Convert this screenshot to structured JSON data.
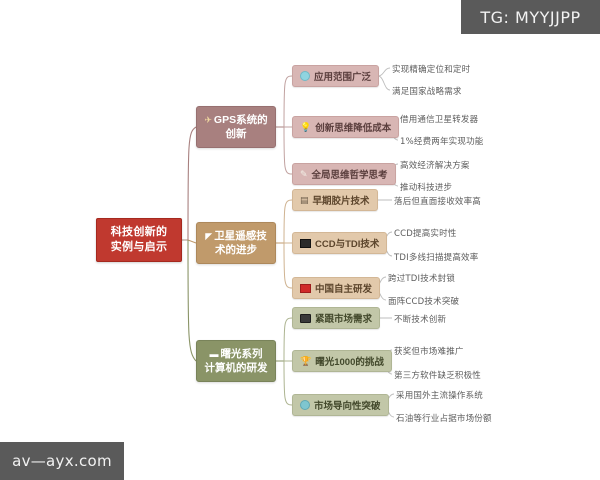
{
  "watermarks": {
    "top_right": "TG: MYYJJPP",
    "bottom_left": "av—ayx.com"
  },
  "colors": {
    "root": "#c0392f",
    "branch_gps": "#a8807f",
    "branch_satellite": "#c09a6b",
    "branch_shuguang": "#8a9467",
    "sub_gps": "#d8b6b4",
    "sub_satellite": "#e2c9ab",
    "sub_shuguang": "#c2c7a8",
    "leaf_text": "#5d5d5d",
    "watermark_bg": "#5a5a5a"
  },
  "mindmap": {
    "root": {
      "line1": "科技创新的",
      "line2": "实例与启示"
    },
    "branches": [
      {
        "id": "gps",
        "icon": "rocket-icon",
        "line1": "GPS系统的",
        "line2": "创新",
        "children": [
          {
            "icon": "globe-icon",
            "label": "应用范围广泛",
            "leaves": [
              "实现精确定位和定时",
              "满足国家战略需求"
            ]
          },
          {
            "icon": "bulb-icon",
            "label": "创新思维降低成本",
            "leaves": [
              "借用通信卫星转发器",
              "1%经费两年实现功能"
            ]
          },
          {
            "icon": "brush-icon",
            "label": "全局思维哲学思考",
            "leaves": [
              "高效经济解决方案",
              "推动科技进步"
            ]
          }
        ]
      },
      {
        "id": "satellite",
        "icon": "satellite-icon",
        "line1": "卫星遥感技",
        "line2": "术的进步",
        "children": [
          {
            "icon": "film-icon",
            "label": "早期胶片技术",
            "leaves": [
              "落后但直面接收效率高"
            ]
          },
          {
            "icon": "chip-icon",
            "label": "CCD与TDI技术",
            "leaves": [
              "CCD提高实时性",
              "TDI多线扫描提高效率"
            ]
          },
          {
            "icon": "flag-icon",
            "label": "中国自主研发",
            "leaves": [
              "跨过TDI技术封锁",
              "面阵CCD技术突破"
            ]
          }
        ]
      },
      {
        "id": "shuguang",
        "icon": "laptop-icon",
        "line1": "曙光系列",
        "line2": "计算机的研发",
        "children": [
          {
            "icon": "monitor-icon",
            "label": "紧跟市场需求",
            "leaves": [
              "不断技术创新"
            ]
          },
          {
            "icon": "trophy-icon",
            "label": "曙光1000的挑战",
            "leaves": [
              "获奖但市场难推广",
              "第三方软件缺乏积极性"
            ]
          },
          {
            "icon": "globe-icon",
            "label": "市场导向性突破",
            "leaves": [
              "采用国外主流操作系统",
              "石油等行业占据市场份额"
            ]
          }
        ]
      }
    ]
  }
}
